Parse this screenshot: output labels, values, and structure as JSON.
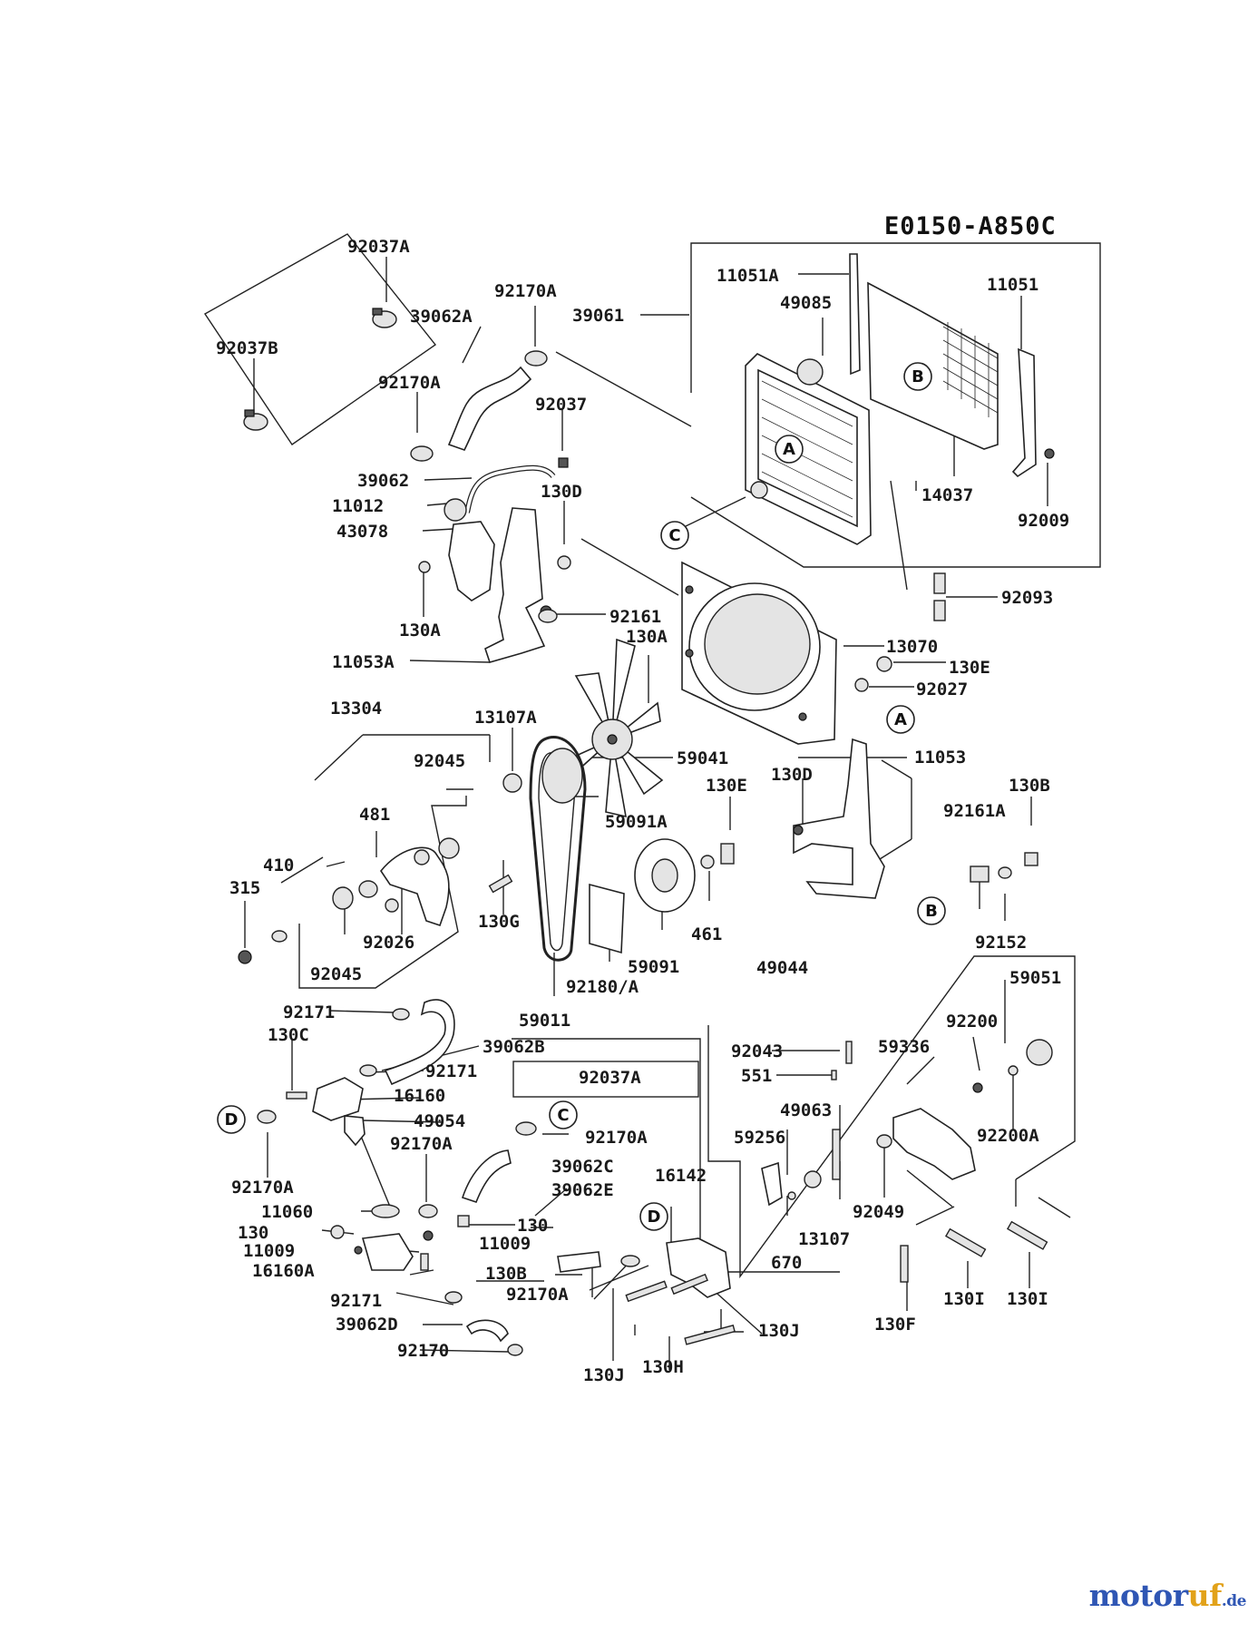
{
  "diagram_code": "E0150-A850C",
  "reference_markers": [
    "A",
    "B",
    "C",
    "D"
  ],
  "part_numbers": [
    "92037A",
    "92037B",
    "92170A",
    "39062A",
    "39061",
    "11051A",
    "49085",
    "11051",
    "92037",
    "39062",
    "11012",
    "43078",
    "130D",
    "130A",
    "92161",
    "11053A",
    "14037",
    "92009",
    "92093",
    "13070",
    "130E",
    "92027",
    "13304",
    "13107A",
    "59041",
    "92045",
    "481",
    "410",
    "315",
    "59091A",
    "130G",
    "92026",
    "11053",
    "130B",
    "92161A",
    "59091",
    "461",
    "92180/A",
    "59011",
    "92152",
    "49044",
    "59051",
    "92200",
    "92171",
    "130C",
    "39062B",
    "92043",
    "59336",
    "551",
    "16160",
    "49063",
    "49054",
    "59256",
    "92200A",
    "39062C",
    "39062E",
    "16142",
    "92049",
    "11060",
    "130",
    "11009",
    "16160A",
    "13107",
    "670",
    "39062D",
    "92170",
    "130F",
    "130I",
    "130J",
    "130H"
  ],
  "watermark": {
    "brand_main": "motor",
    "brand_accent": "uf",
    "tld": ".de"
  }
}
